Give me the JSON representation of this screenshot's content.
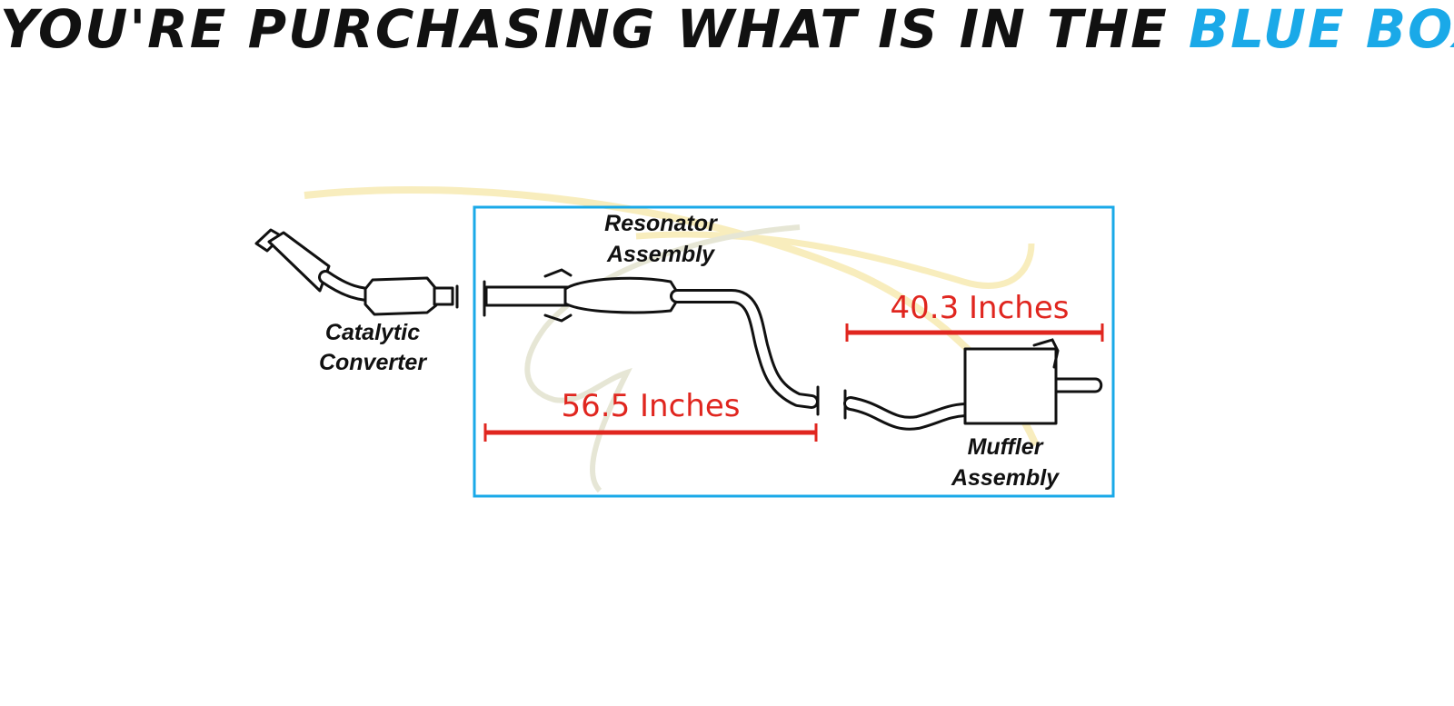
{
  "headline": {
    "main": "YOU'RE PURCHASING WHAT IS IN THE",
    "highlight": "BLUE BOX"
  },
  "colors": {
    "headline": "#111111",
    "highlight": "#1aa9e8",
    "box_border": "#1aa9e8",
    "dimension": "#e0261f",
    "watermark": "#f0da78"
  },
  "parts": {
    "catalytic_converter": {
      "line1": "Catalytic",
      "line2": "Converter"
    },
    "resonator_assembly": {
      "line1": "Resonator",
      "line2": "Assembly"
    },
    "muffler_assembly": {
      "line1": "Muffler",
      "line2": "Assembly"
    }
  },
  "dimensions": {
    "resonator_length": "56.5 Inches",
    "muffler_length": "40.3 Inches"
  }
}
